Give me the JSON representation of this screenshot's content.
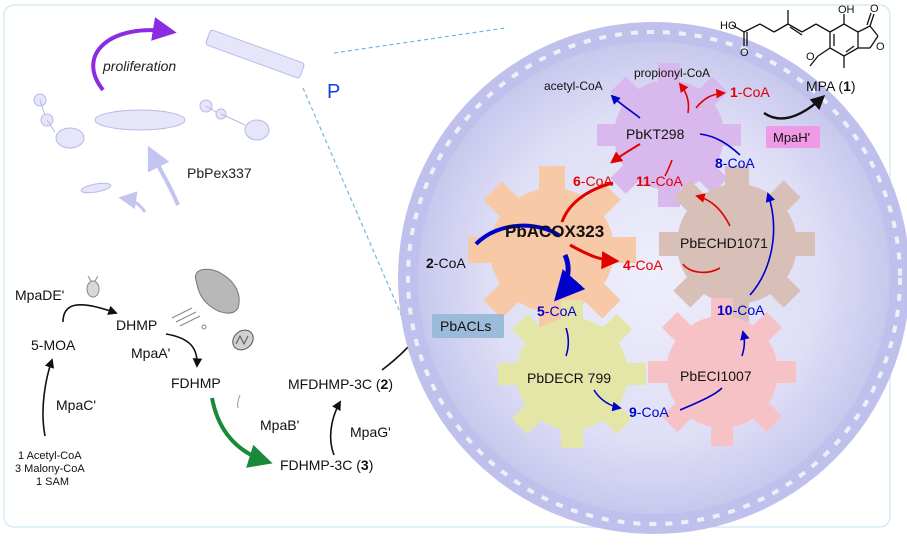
{
  "left": {
    "proliferation": "proliferation",
    "pbpex": "PbPex337"
  },
  "pathway": {
    "mpade": "MpaDE'",
    "five_moa": "5-MOA",
    "dhmp": "DHMP",
    "mpaa": "MpaA'",
    "fdhmp": "FDHMP",
    "mpac": "MpaC'",
    "precursor_1": "1 Acetyl-CoA",
    "precursor_2": "3 Malony-CoA",
    "precursor_3": "1 SAM",
    "mpab": "MpaB'",
    "fdhmp3c": "FDHMP-3C (",
    "fdhmp3c_num": "3",
    "mfdhmp3c": "MFDHMP-3C (",
    "mfdhmp3c_num": "2",
    "close_paren": ")",
    "mpag": "MpaG'"
  },
  "peroxisome": {
    "p_label": "P",
    "two_num": "2",
    "coa": "-CoA",
    "pbacls": "PbACLs",
    "pbacox": "PbACOX323",
    "pbkt": "PbKT298",
    "pbechd": "PbECHD1071",
    "pbdecr": "PbDECR 799",
    "pbeci": "PbECI1007",
    "acetyl_coa": "acetyl-CoA",
    "propionyl_coa": "propionyl-CoA",
    "one_num": "1",
    "four_num": "4",
    "five_num": "5",
    "six_num": "6",
    "eight_num": "8",
    "nine_num": "9",
    "ten_num": "10",
    "eleven_num": "11",
    "mpah": "MpaH'",
    "mpa": "MPA (",
    "mpa_num": "1",
    "structure_ho": "HO",
    "structure_oh": "OH",
    "structure_o": "O"
  },
  "colors": {
    "purple_arrow": "#8b2be2",
    "red": "#e00000",
    "blue": "#0000cc",
    "green": "#1a8a3a",
    "acox": "#f7c9a6",
    "kt": "#d9b8ee",
    "echd": "#d8c0b8",
    "decr": "#e4e6a8",
    "eci": "#f7c2c6",
    "pbacls": "#9bbcd8",
    "mpah": "#f09ae6"
  }
}
